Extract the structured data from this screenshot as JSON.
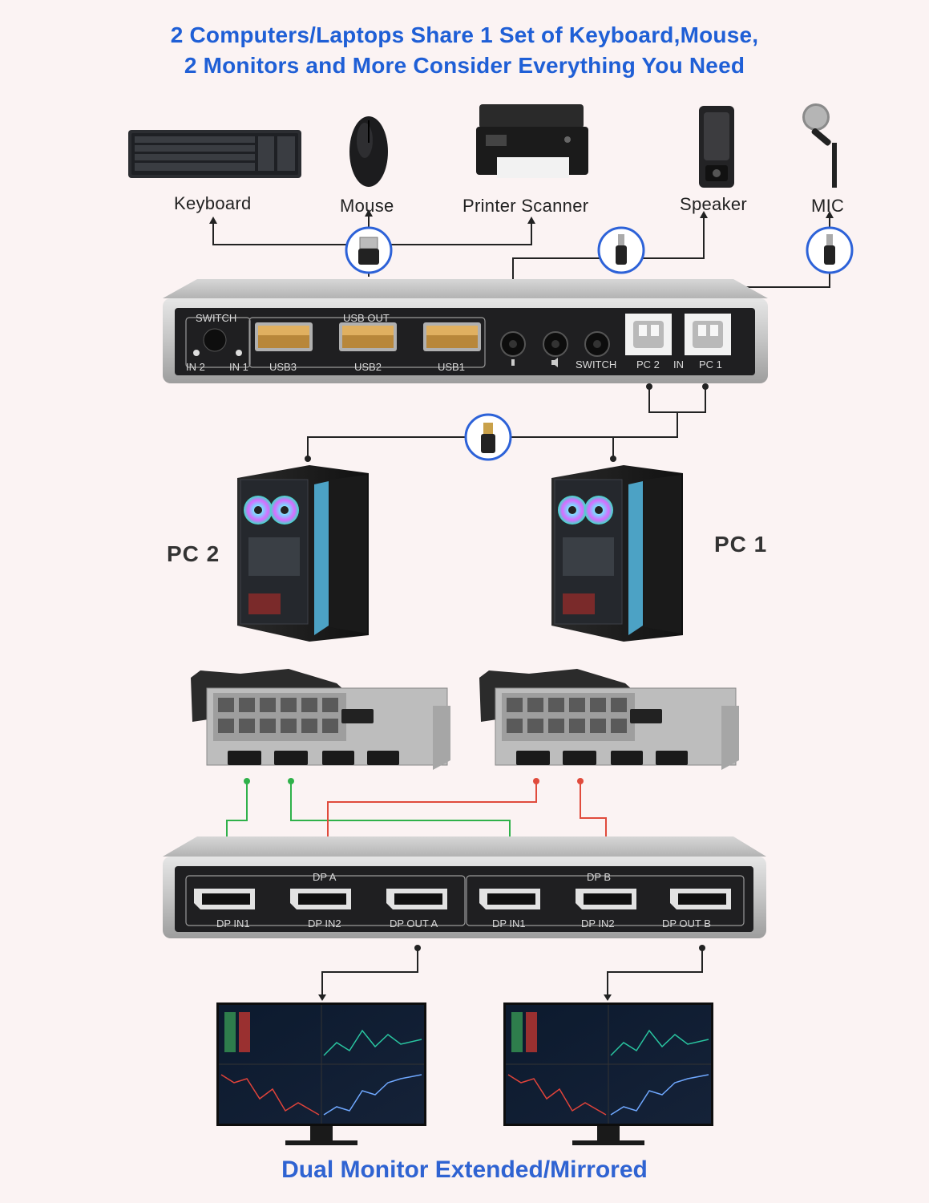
{
  "header": {
    "line1": "2 Computers/Laptops Share 1 Set of Keyboard,Mouse,",
    "line2": "2 Monitors and More Consider Everything You Need"
  },
  "peripherals": {
    "keyboard": "Keyboard",
    "mouse": "Mouse",
    "printer": "Printer Scanner",
    "speaker": "Speaker",
    "mic": "MIC"
  },
  "top_switch": {
    "switch_label": "SWITCH",
    "in2": "IN 2",
    "in1": "IN 1",
    "usb_out": "USB OUT",
    "usb3": "USB3",
    "usb2": "USB2",
    "usb1": "USB1",
    "switch_jack": "SWITCH",
    "pc2": "PC 2",
    "in": "IN",
    "pc1": "PC 1"
  },
  "computers": {
    "pc2": "PC 2",
    "pc1": "PC 1"
  },
  "bottom_switch": {
    "dp_a": "DP A",
    "dp_b": "DP B",
    "dp_in1_a": "DP IN1",
    "dp_in2_a": "DP IN2",
    "dp_out_a": "DP OUT A",
    "dp_in1_b": "DP IN1",
    "dp_in2_b": "DP IN2",
    "dp_out_b": "DP OUT B"
  },
  "footer": "Dual Monitor Extended/Mirrored",
  "colors": {
    "title": "#1f5fd6",
    "cable_green": "#2fb14a",
    "cable_red": "#e04b3c",
    "connector_ring": "#2d62d8"
  }
}
